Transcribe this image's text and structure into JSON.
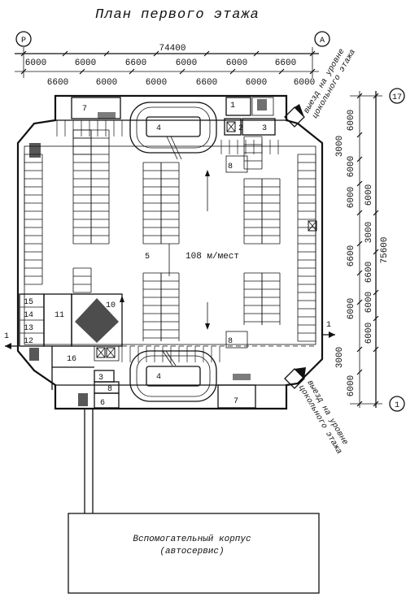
{
  "title": "План первого этажа",
  "axes": {
    "left": "Р",
    "right": "А",
    "top": "17",
    "bottom": "1"
  },
  "overall_width": "74400",
  "top_dims_row1": [
    "6000",
    "6000",
    "6600",
    "6000",
    "6000",
    "6600"
  ],
  "top_dims_row2": [
    "6600",
    "6000",
    "6000",
    "6600",
    "6000",
    "6000"
  ],
  "overall_height": "75600",
  "right_dims_row1": [
    "6000",
    "3000",
    "6000",
    "6000",
    "6600",
    "6000",
    "3000",
    "6000"
  ],
  "right_dims_row2": [
    "6000",
    "3000",
    "6600",
    "6000",
    "6000"
  ],
  "center_label": "108 м/мест",
  "room_labels": [
    "1",
    "2",
    "3",
    "3",
    "4",
    "4",
    "5",
    "6",
    "7",
    "7",
    "8",
    "8",
    "8",
    "10",
    "11",
    "12",
    "13",
    "14",
    "15",
    "16"
  ],
  "section_mark": "1",
  "exit_label": "выезд на уровне цокольного этажа",
  "aux_building": {
    "line1": "Вспомогательный корпус",
    "line2": "(автосервис)"
  }
}
